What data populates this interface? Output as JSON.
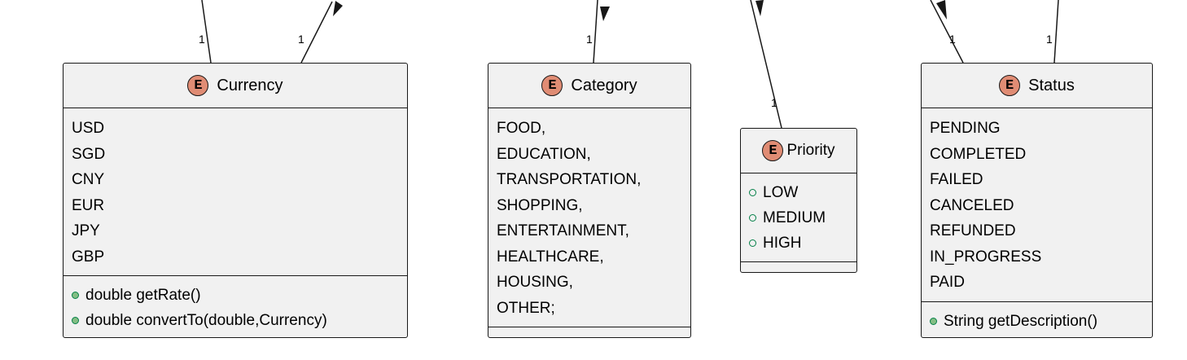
{
  "colors": {
    "enum_badge": "#e08c74",
    "box_fill": "#f1f1f1",
    "border": "#181818",
    "method_dot": "#84be84",
    "method_dot_border": "#038048"
  },
  "enums": {
    "currency": {
      "badge": "E",
      "title": "Currency",
      "values": [
        "USD",
        "SGD",
        "CNY",
        "EUR",
        "JPY",
        "GBP"
      ],
      "methods": [
        "double getRate()",
        "double convertTo(double,Currency)"
      ],
      "multiplicities": [
        "1",
        "1"
      ]
    },
    "category": {
      "badge": "E",
      "title": "Category",
      "values": [
        "FOOD,",
        "EDUCATION,",
        "TRANSPORTATION,",
        "SHOPPING,",
        "ENTERTAINMENT,",
        "HEALTHCARE,",
        "HOUSING,",
        "OTHER;"
      ],
      "methods": [],
      "multiplicities": [
        "1"
      ]
    },
    "priority": {
      "badge": "E",
      "title": "Priority",
      "values": [
        "LOW",
        "MEDIUM",
        "HIGH"
      ],
      "methods": [],
      "multiplicities": [
        "1"
      ]
    },
    "status": {
      "badge": "E",
      "title": "Status",
      "values": [
        "PENDING",
        "COMPLETED",
        "FAILED",
        "CANCELED",
        "REFUNDED",
        "IN_PROGRESS",
        "PAID"
      ],
      "methods": [
        "String getDescription()"
      ],
      "multiplicities": [
        "1",
        "1"
      ]
    }
  }
}
